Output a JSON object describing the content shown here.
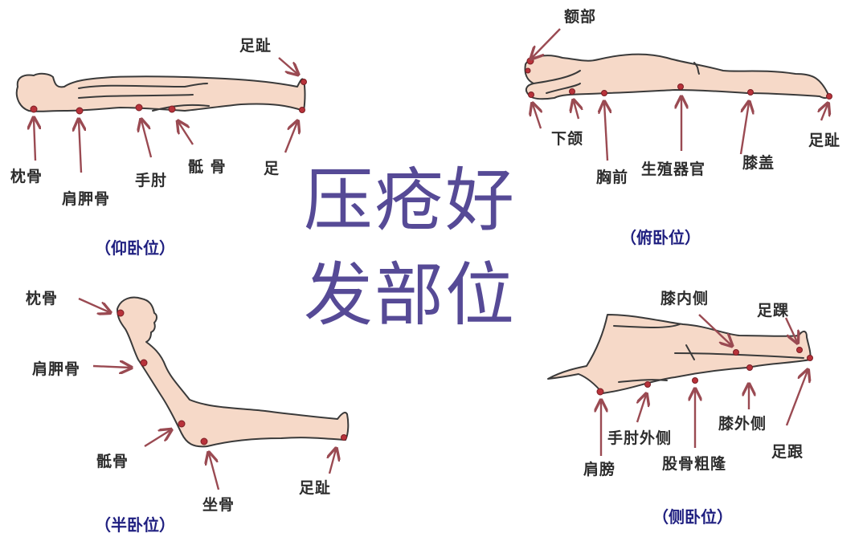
{
  "title": {
    "line1": "压疮好",
    "line2": "发部位",
    "color": "#564a96"
  },
  "colors": {
    "skin": "#f6d9c8",
    "outline": "#3a3a3a",
    "arrow": "#9a4a52",
    "marker": "#b8323a",
    "pose_label": "#1f1f80"
  },
  "panels": {
    "supine": {
      "pose_label": "（仰卧位）",
      "labels": {
        "occiput": "枕骨",
        "scapula": "肩胛骨",
        "elbow": "手肘",
        "sacrum": "骶 骨",
        "heel_partial": "足",
        "toes": "足趾"
      }
    },
    "prone": {
      "pose_label": "（俯卧位）",
      "labels": {
        "forehead": "额部",
        "chin": "下颌",
        "chest": "胸前",
        "genitals": "生殖器官",
        "knee": "膝盖",
        "toes": "足趾"
      }
    },
    "semi_recumbent": {
      "pose_label": "（半卧位）",
      "labels": {
        "occiput": "枕骨",
        "scapula": "肩胛骨",
        "sacrum": "骶骨",
        "ischium": "坐骨",
        "toes": "足趾"
      }
    },
    "lateral": {
      "pose_label": "（侧卧位）",
      "labels": {
        "inner_knee": "膝内侧",
        "ankle": "足踝",
        "shoulder": "肩膀",
        "outer_elbow": "手肘外侧",
        "greater_trochanter": "股骨粗隆",
        "outer_knee": "膝外侧",
        "heel": "足跟"
      }
    }
  }
}
